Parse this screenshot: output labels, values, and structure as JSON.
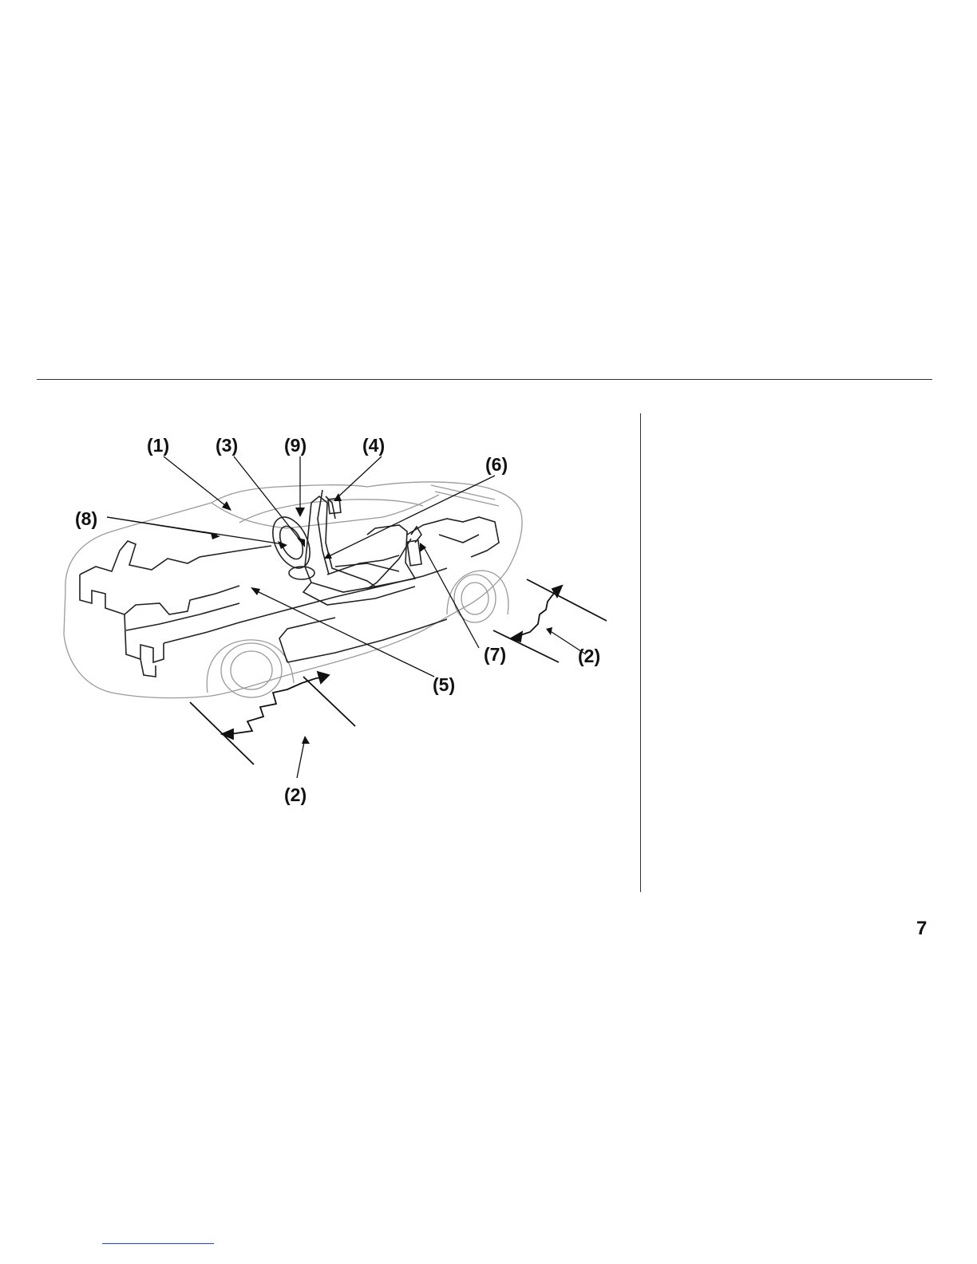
{
  "figure": {
    "callouts": {
      "c1": "(1)",
      "c3": "(3)",
      "c9": "(9)",
      "c4": "(4)",
      "c6": "(6)",
      "c8": "(8)",
      "c7": "(7)",
      "c2_right": "(2)",
      "c5": "(5)",
      "c2_bottom": "(2)"
    }
  },
  "page": {
    "number": "7"
  },
  "colors": {
    "rule": "#333333",
    "footer_link_rule": "#2a3fc7",
    "outline_light": "#9a9a9a",
    "frame_dark": "#222222"
  }
}
